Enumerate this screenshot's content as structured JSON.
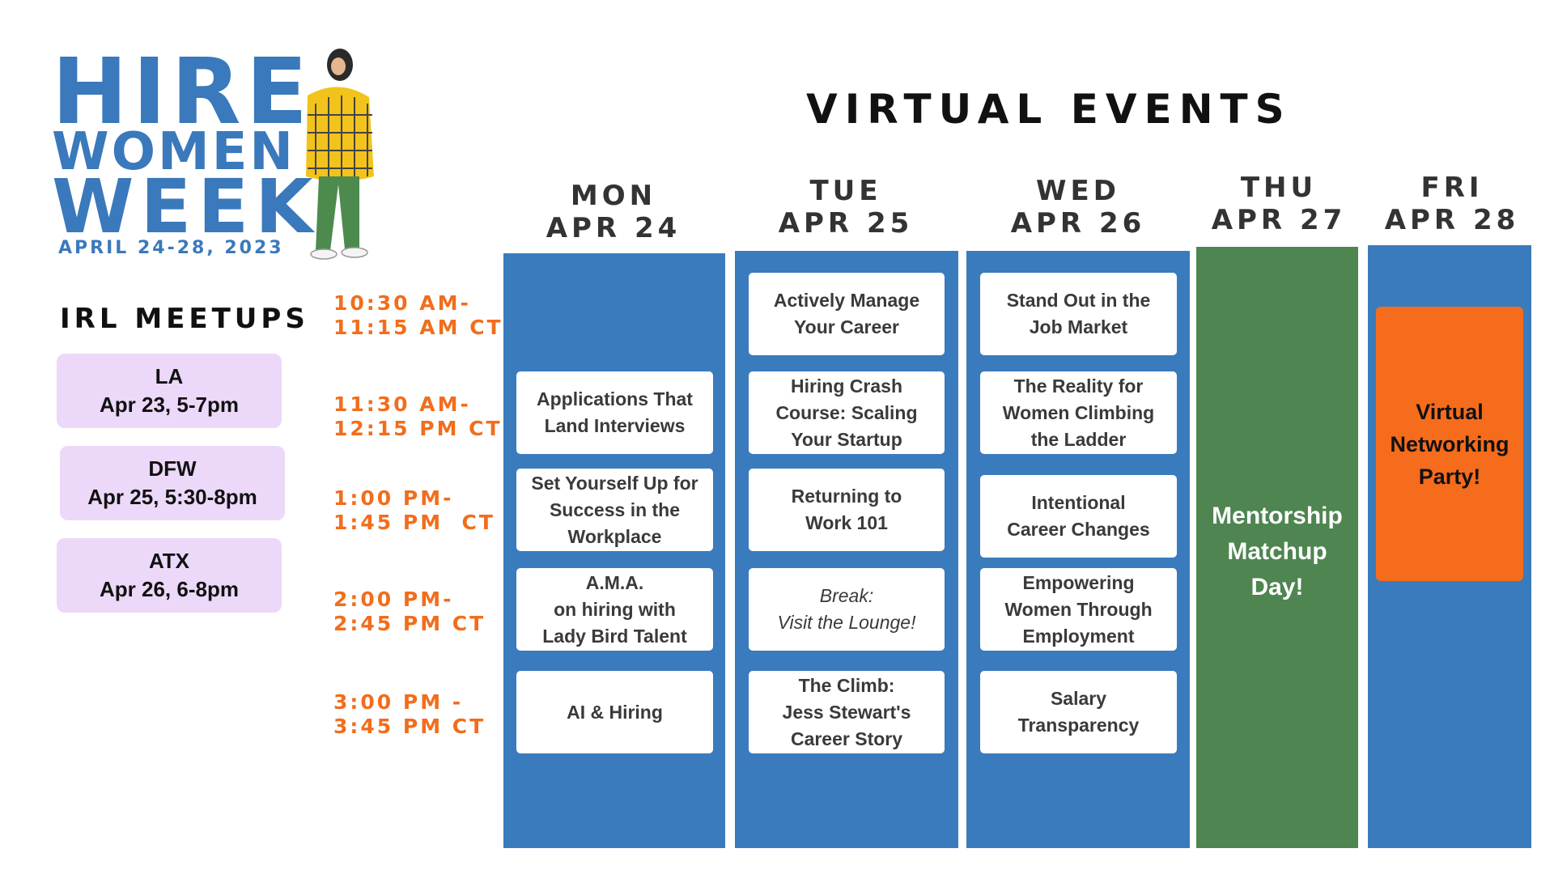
{
  "logo": {
    "line1": "HIRE",
    "line2": "WOMEN",
    "line3": "WEEK",
    "dates": "APRIL 24-28, 2023"
  },
  "title": "VIRTUAL EVENTS",
  "irl": {
    "heading": "IRL MEETUPS",
    "meetups": [
      {
        "city": "LA",
        "when": "Apr 23, 5-7pm"
      },
      {
        "city": "DFW",
        "when": "Apr 25, 5:30-8pm"
      },
      {
        "city": "ATX",
        "when": "Apr 26, 6-8pm"
      }
    ]
  },
  "times": [
    "10:30 AM-\n11:15 AM CT",
    "11:30 AM-\n12:15 PM CT",
    "1:00 PM-\n1:45 PM  CT",
    "2:00 PM-\n2:45 PM CT",
    "3:00 PM -\n3:45 PM CT"
  ],
  "days": [
    {
      "day": "MON",
      "date": "APR 24"
    },
    {
      "day": "TUE",
      "date": "APR 25"
    },
    {
      "day": "WED",
      "date": "APR 26"
    },
    {
      "day": "THU",
      "date": "APR 27"
    },
    {
      "day": "FRI",
      "date": "APR 28"
    }
  ],
  "sessions": {
    "mon": [
      "Applications That\nLand Interviews",
      "Set Yourself Up for\nSuccess in the\nWorkplace",
      "A.M.A.\non hiring with\nLady Bird Talent",
      "AI & Hiring"
    ],
    "tue": [
      "Actively Manage\nYour Career",
      "Hiring Crash\nCourse: Scaling\nYour Startup",
      "Returning to\nWork 101",
      "Break:\nVisit the Lounge!",
      "The Climb:\nJess Stewart's\nCareer Story"
    ],
    "wed": [
      "Stand Out in the\nJob Market",
      "The Reality for\nWomen Climbing\nthe Ladder",
      "Intentional\nCareer Changes",
      "Empowering\nWomen Through\nEmployment",
      "Salary\nTransparency"
    ],
    "thu": "Mentorship\nMatchup\nDay!",
    "fri": "Virtual\nNetworking\nParty!"
  },
  "colors": {
    "brand_blue": "#3a79bb",
    "column_blue": "#3a7bbd",
    "column_green": "#4e8550",
    "time_orange": "#f26d1c",
    "party_orange": "#f56c1c",
    "meetup_lavender": "#ecd8f8"
  }
}
